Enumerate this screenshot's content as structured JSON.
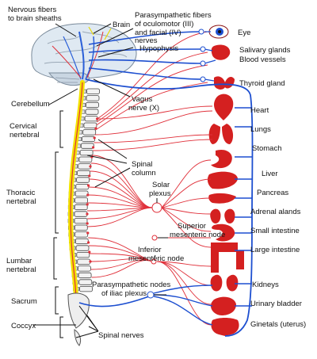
{
  "labels": {
    "nervous_fibers": [
      "Nervous fibers",
      "to brain sheaths"
    ],
    "brain": "Brain",
    "parasympathetic_fibers": [
      "Parasympathetic fibers",
      "of oculomotor (III)",
      "and facial (IV)",
      "nerves"
    ],
    "hypophysis": "Hypophysis",
    "cerebellum": "Cerebellum",
    "vagus_nerve": [
      "Vagus",
      "nerve (X)"
    ],
    "cervical": [
      "Cervical",
      "nertebral"
    ],
    "spinal_column": [
      "Spinal",
      "column"
    ],
    "solar_plexus": [
      "Solar",
      "plexus"
    ],
    "thoracic": [
      "Thoracic",
      "nertebral"
    ],
    "superior_mesenteric": [
      "Superior",
      "mesenteric node"
    ],
    "inferior_mesenteric": [
      "Inferior",
      "mesenteric node"
    ],
    "lumbar": [
      "Lumbar",
      "nertebral"
    ],
    "parasympathetic_iliac": [
      "Parasympathetic nodes",
      "of iliac plexus"
    ],
    "sacrum": "Sacrum",
    "coccyx": "Coccyx",
    "spinal_nerves": "Spinal nerves"
  },
  "organs": [
    {
      "id": "eye",
      "label": "Eye"
    },
    {
      "id": "salivary",
      "label": "Salivary glands"
    },
    {
      "id": "blood_vessels",
      "label": "Blood vessels"
    },
    {
      "id": "thyroid",
      "label": "Thyroid gland"
    },
    {
      "id": "heart",
      "label": "Heart"
    },
    {
      "id": "lungs",
      "label": "Lungs"
    },
    {
      "id": "stomach",
      "label": "Stomach"
    },
    {
      "id": "liver",
      "label": "Liver"
    },
    {
      "id": "pancreas",
      "label": "Pancreas"
    },
    {
      "id": "adrenal",
      "label": "Adrenal alands"
    },
    {
      "id": "small_intestine",
      "label": "Small intestine"
    },
    {
      "id": "large_intestine",
      "label": "Large intestine"
    },
    {
      "id": "kidneys",
      "label": "Kidneys"
    },
    {
      "id": "bladder",
      "label": "Urinary bladder"
    },
    {
      "id": "genitals",
      "label": "Ginetals (uterus)"
    }
  ],
  "colors": {
    "sympathetic": "#e0303a",
    "parasympathetic": "#1d4fd0",
    "organ": "#d42020",
    "spinal_cord": "#f3e200",
    "bone": "#f2f2f2"
  }
}
